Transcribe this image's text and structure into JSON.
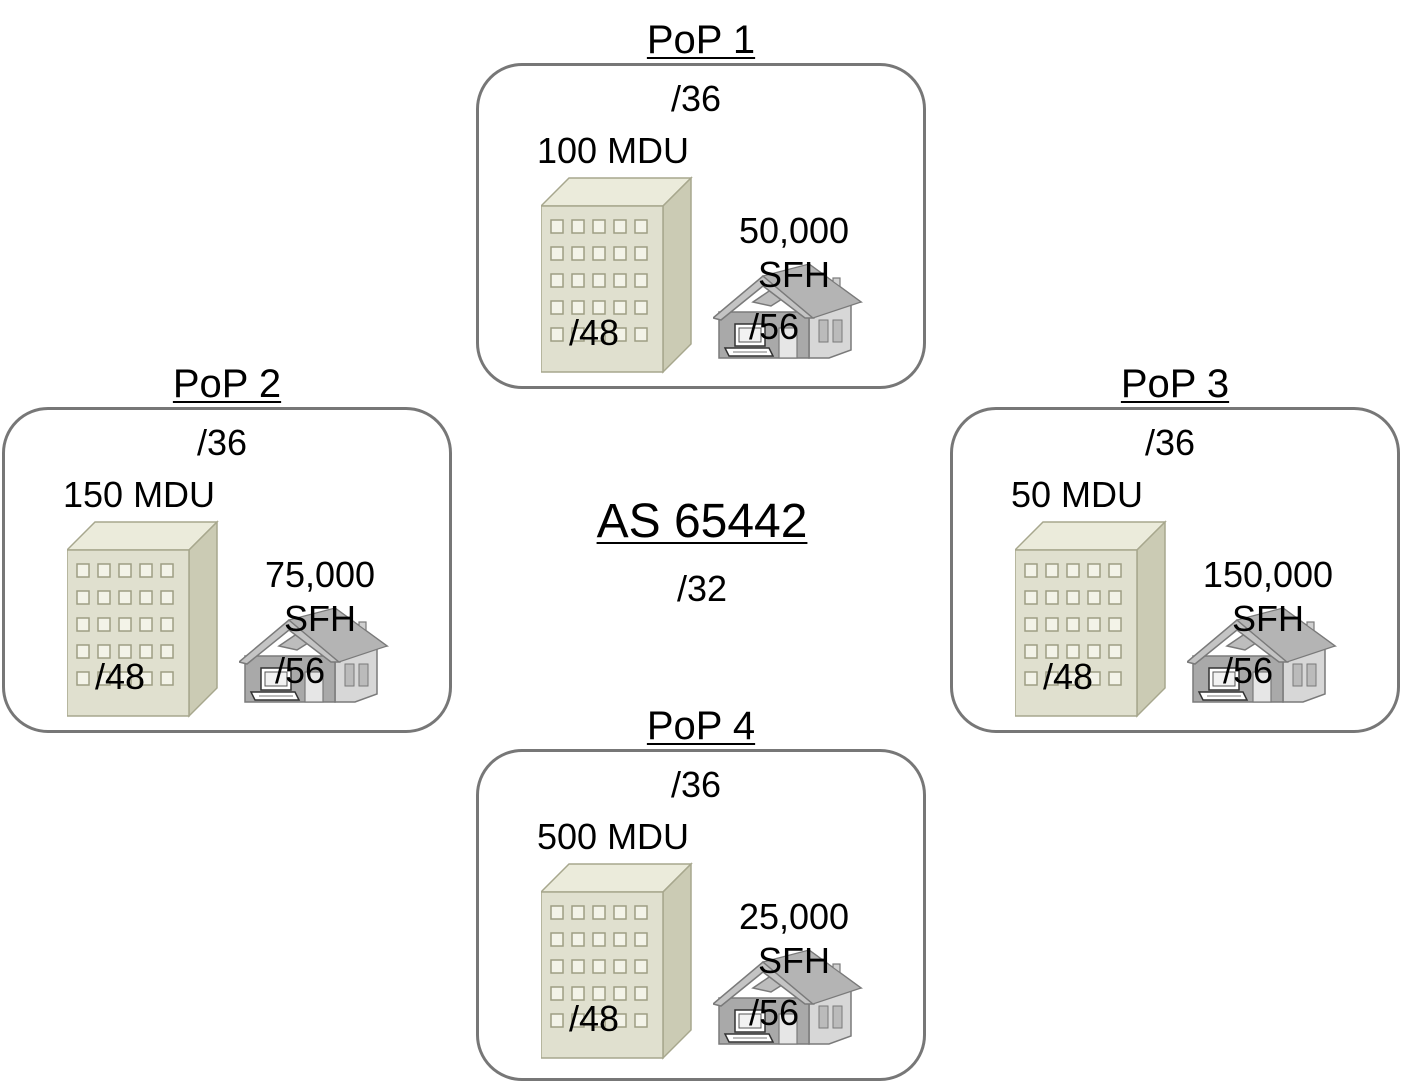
{
  "asn": {
    "title": "AS 65442",
    "prefix": "/32"
  },
  "pops": [
    {
      "title": "PoP 1",
      "prefix": "/36",
      "mdu": "100 MDU",
      "mdu_prefix": "/48",
      "sfh_count": "50,000",
      "sfh_label": "SFH",
      "sfh_prefix": "/56"
    },
    {
      "title": "PoP 2",
      "prefix": "/36",
      "mdu": "150 MDU",
      "mdu_prefix": "/48",
      "sfh_count": "75,000",
      "sfh_label": "SFH",
      "sfh_prefix": "/56"
    },
    {
      "title": "PoP 3",
      "prefix": "/36",
      "mdu": "50 MDU",
      "mdu_prefix": "/48",
      "sfh_count": "150,000",
      "sfh_label": "SFH",
      "sfh_prefix": "/56"
    },
    {
      "title": "PoP 4",
      "prefix": "/36",
      "mdu": "500 MDU",
      "mdu_prefix": "/48",
      "sfh_count": "25,000",
      "sfh_label": "SFH",
      "sfh_prefix": "/56"
    }
  ],
  "icons": {
    "building": "apartment-building-icon",
    "house": "house-with-computer-icon"
  },
  "colors": {
    "box_border": "#777777",
    "building_face": "#e0e0cf",
    "building_side": "#cbcbb4",
    "house_gray": "#a8a8a8"
  }
}
